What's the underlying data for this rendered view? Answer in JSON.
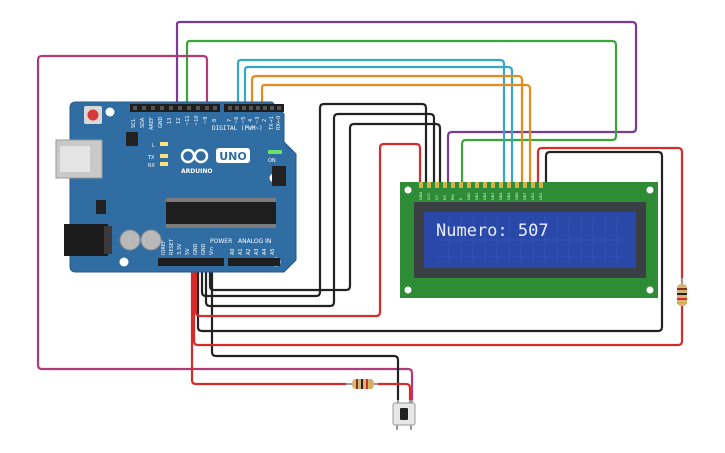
{
  "arduino": {
    "brand": "ARDUINO",
    "model": "UNO",
    "digital_label": "DIGITAL (PWM~)",
    "power_label": "POWER",
    "analog_label": "ANALOG IN",
    "on_label": "ON",
    "left_header_labels": [
      "SCL",
      "SDA",
      "AREF",
      "GND",
      "13",
      "12",
      "~11",
      "~10",
      "~9",
      "8"
    ],
    "right_header_labels": [
      "7",
      "~6",
      "~5",
      "4",
      "~3",
      "2",
      "TX→1",
      "RX←0"
    ],
    "power_pin_labels": [
      "IOREF",
      "RESET",
      "3.3V",
      "5V",
      "GND",
      "GND",
      "Vin"
    ],
    "analog_pin_labels": [
      "A0",
      "A1",
      "A2",
      "A3",
      "A4",
      "A5"
    ],
    "led_labels": [
      "L",
      "TX",
      "RX"
    ]
  },
  "lcd": {
    "text": "Numero: 507",
    "pin_labels": [
      "GND",
      "VCC",
      "V0",
      "RS",
      "RW",
      "E",
      "DB0",
      "DB1",
      "DB2",
      "DB3",
      "DB4",
      "DB5",
      "DB6",
      "DB7",
      "LED",
      "LED"
    ]
  },
  "colors": {
    "board": "#2f6da3",
    "lcd_pcb": "#2e8b36",
    "lcd_screen": "#2a48a8",
    "wire_black": "#222222",
    "wire_red": "#d62b2b",
    "wire_green": "#3aa63a",
    "wire_purple": "#7a3a9a",
    "wire_magenta": "#b03a7a",
    "wire_cyan": "#35a8c8",
    "wire_orange": "#e88a1a"
  },
  "icons": [
    "arduino-infinity-logo",
    "reset-button",
    "usb-port",
    "power-jack",
    "capacitor",
    "push-button",
    "resistor"
  ]
}
